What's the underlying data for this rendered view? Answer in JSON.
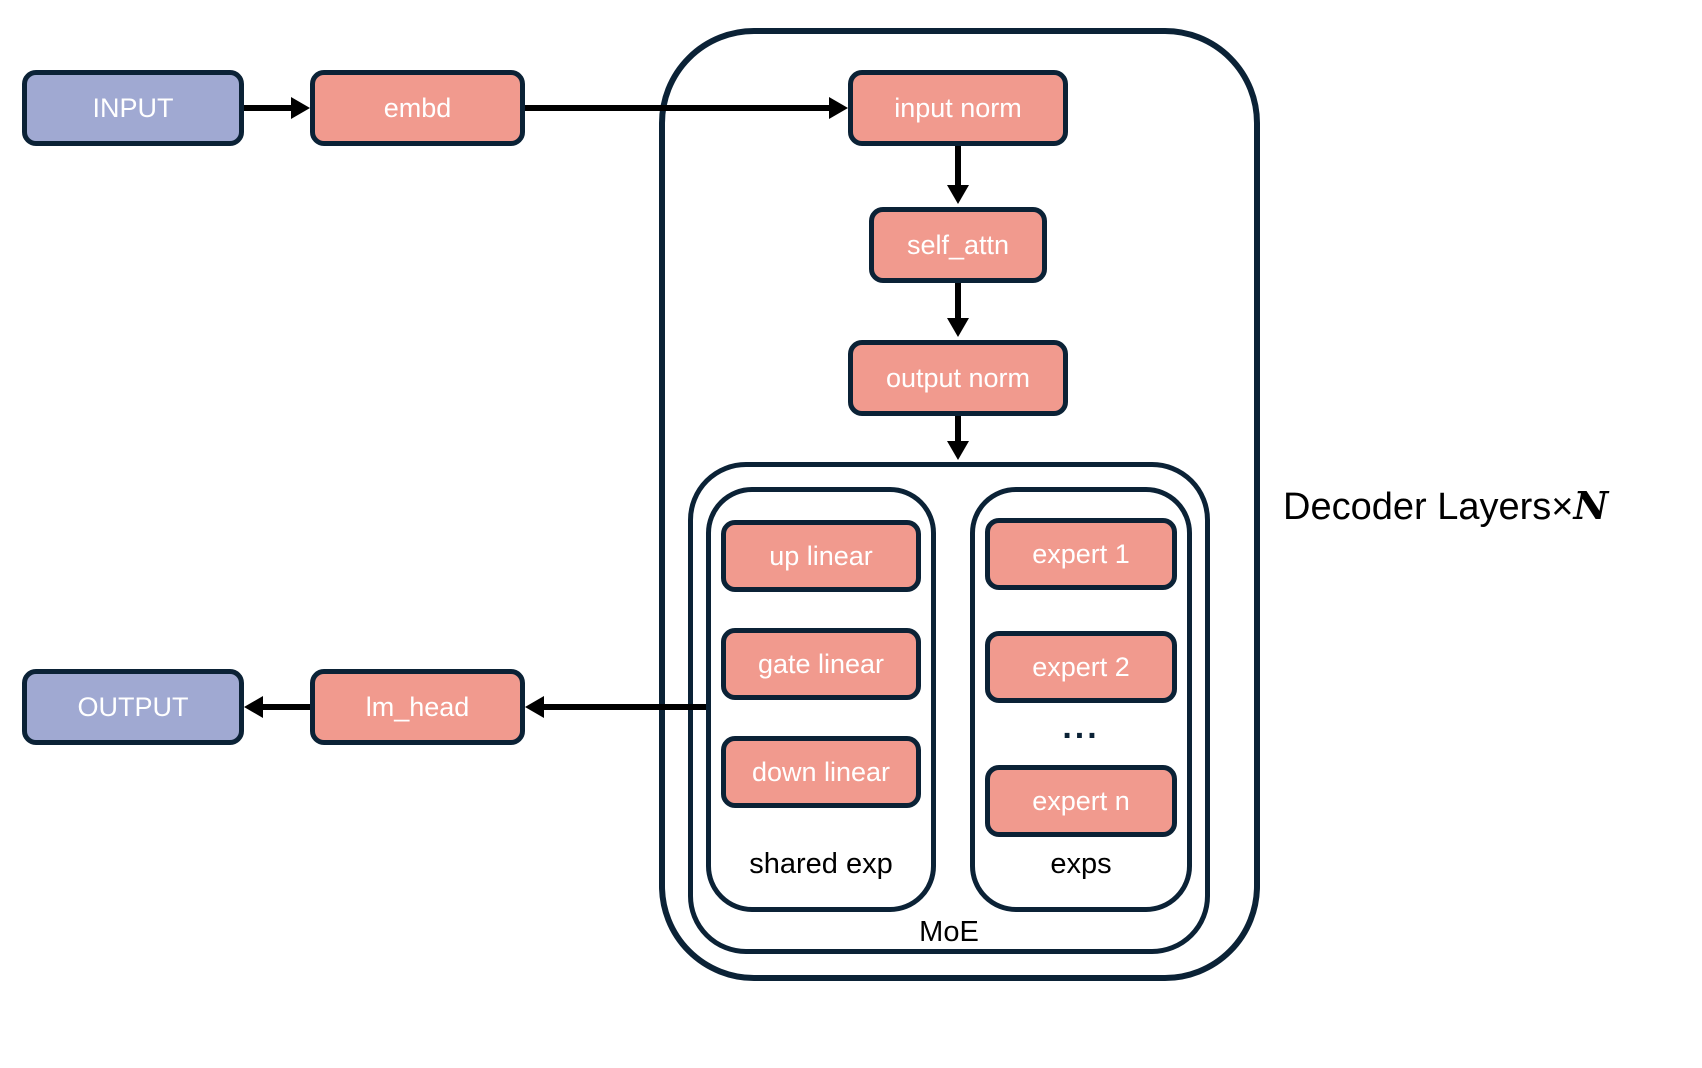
{
  "colors": {
    "background": "#ffffff",
    "outline_navy": "#0b2236",
    "salmon_fill": "#f19a8e",
    "purple_fill": "#a0a9d2",
    "box_text": "#ffffff",
    "label_text": "#000000",
    "arrow": "#000000"
  },
  "nodes": {
    "input": {
      "label": "INPUT"
    },
    "embd": {
      "label": "embd"
    },
    "input_norm": {
      "label": "input norm"
    },
    "self_attn": {
      "label": "self_attn"
    },
    "output_norm": {
      "label": "output norm"
    },
    "up_linear": {
      "label": "up linear"
    },
    "gate_linear": {
      "label": "gate linear"
    },
    "down_linear": {
      "label": "down linear"
    },
    "expert_1": {
      "label": "expert 1"
    },
    "expert_2": {
      "label": "expert 2"
    },
    "experts_ellipsis": {
      "label": "..."
    },
    "expert_n": {
      "label": "expert n"
    },
    "lm_head": {
      "label": "lm_head"
    },
    "output": {
      "label": "OUTPUT"
    }
  },
  "containers": {
    "shared_exp": {
      "label": "shared exp"
    },
    "exps": {
      "label": "exps"
    },
    "moe": {
      "label": "MoE"
    },
    "decoder": {
      "label_prefix": "Decoder Layers×",
      "label_n": "N"
    }
  }
}
